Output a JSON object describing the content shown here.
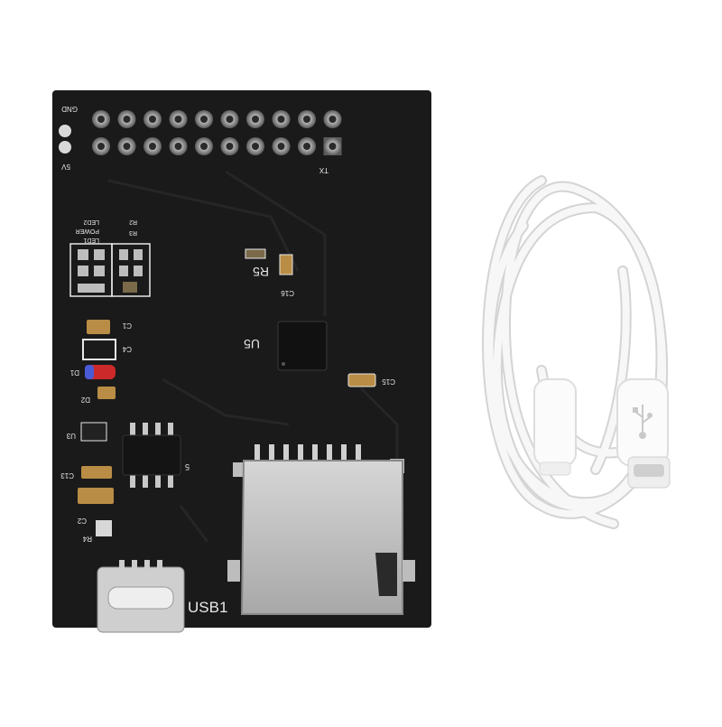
{
  "colors": {
    "background": "#ffffff",
    "pcb": "#1a1a1a",
    "silkscreen": "#e8e8e8",
    "metal": "#bdbdbd",
    "cable": "#f4f4f4"
  },
  "board": {
    "header_labels": {
      "gnd": "GND",
      "v5": "5V",
      "tx": "TX"
    },
    "leds": {
      "led1": "LED1",
      "led2": "LED2",
      "power": "POWER"
    },
    "components": {
      "r2": "R2",
      "r3": "R3",
      "r5": "R5",
      "c16": "C16",
      "u5": "U5",
      "c15": "C15",
      "c1": "C1",
      "c4": "C4",
      "d1": "D1",
      "d2": "D2",
      "u3": "U3",
      "c13": "C13",
      "c2": "C2",
      "r4": "R4",
      "s": "5"
    },
    "usb_label": "USB1",
    "icons": [
      "usb-micro-port-icon",
      "sd-card-slot-icon"
    ]
  },
  "cable": {
    "icons": [
      "usb-symbol-icon",
      "micro-usb-plug-icon"
    ]
  }
}
